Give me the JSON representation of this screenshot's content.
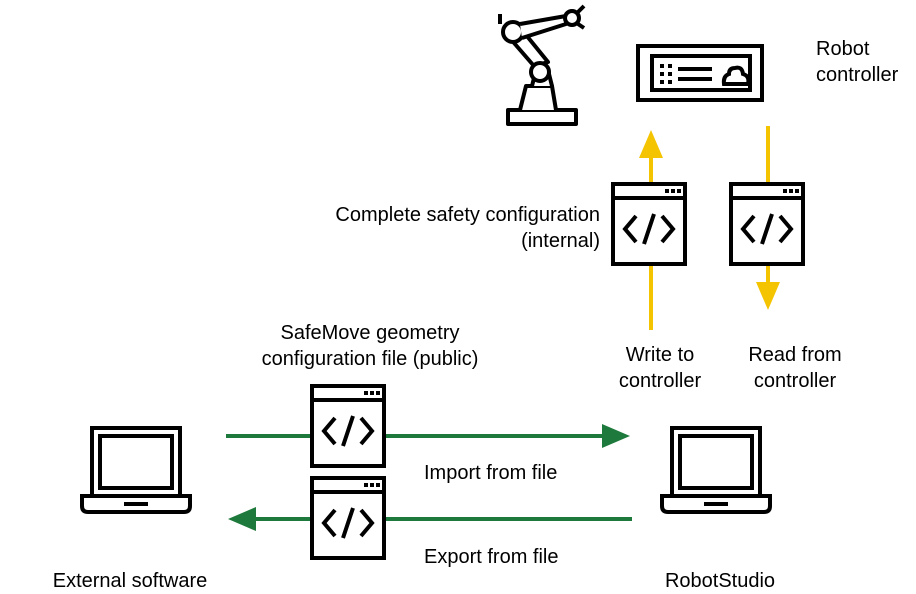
{
  "colors": {
    "background": "#ffffff",
    "ink": "#000000",
    "arrow_controller": "#f5c400",
    "arrow_file": "#1e7a3c"
  },
  "labels": {
    "robot_controller_line1": "Robot",
    "robot_controller_line2": "controller",
    "complete_config_line1": "Complete safety configuration",
    "complete_config_line2": "(internal)",
    "geometry_file_line1": "SafeMove geometry",
    "geometry_file_line2": "configuration file (public)",
    "write_line1": "Write to",
    "write_line2": "controller",
    "read_line1": "Read from",
    "read_line2": "controller",
    "import": "Import from file",
    "export": "Export from file",
    "external_software": "External software",
    "robotstudio": "RobotStudio"
  },
  "icons": {
    "robot_arm": "robot-arm-icon",
    "controller": "controller-icon",
    "code_file": "code-file-icon",
    "laptop": "laptop-icon"
  }
}
